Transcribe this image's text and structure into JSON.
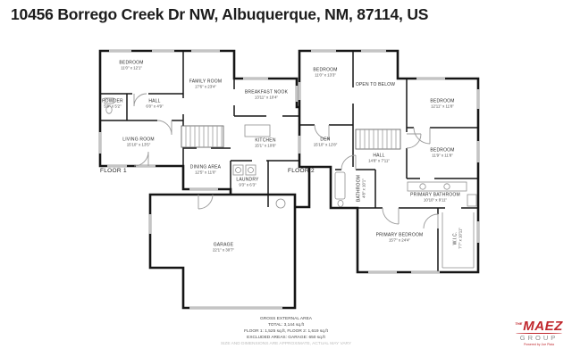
{
  "title": "10456 Borrego Creek Dr NW, Albuquerque, NM, 87114, US",
  "floors": [
    {
      "label": "FLOOR 1",
      "rooms": [
        {
          "name": "BEDROOM",
          "dims": "11'0\" x 12'1\""
        },
        {
          "name": "FAMILY ROOM",
          "dims": "17'6\" x 23'4\""
        },
        {
          "name": "POWDER",
          "dims": "5'9\" x 5'2\""
        },
        {
          "name": "HALL",
          "dims": "6'0\" x 4'9\""
        },
        {
          "name": "BREAKFAST NOOK",
          "dims": "13'11\" x 10'4\""
        },
        {
          "name": "LIVING ROOM",
          "dims": "15'10\" x 13'5\""
        },
        {
          "name": "KITCHEN",
          "dims": "15'1\" x 10'8\""
        },
        {
          "name": "DINING AREA",
          "dims": "12'5\" x 11'0\""
        },
        {
          "name": "LAUNDRY",
          "dims": "9'3\" x 6'3\""
        },
        {
          "name": "GARAGE",
          "dims": "22'1\" x 30'7\""
        }
      ]
    },
    {
      "label": "FLOOR 2",
      "rooms": [
        {
          "name": "BEDROOM",
          "dims": "11'0\" x 13'3\""
        },
        {
          "name": "OPEN TO BELOW",
          "dims": ""
        },
        {
          "name": "BEDROOM",
          "dims": "12'11\" x 11'8\""
        },
        {
          "name": "DEN",
          "dims": "15'10\" x 12'8\""
        },
        {
          "name": "HALL",
          "dims": "14'8\" x 7'11\""
        },
        {
          "name": "BEDROOM",
          "dims": "11'9\" x 11'8\""
        },
        {
          "name": "BATHROOM",
          "dims": "4'8\" x 10'1\""
        },
        {
          "name": "PRIMARY BATHROOM",
          "dims": "10'10\" x 9'11\""
        },
        {
          "name": "PRIMARY BEDROOM",
          "dims": "15'7\" x 24'4\""
        },
        {
          "name": "W.I.C.",
          "dims": "7'7\" x 10'11\""
        }
      ]
    }
  ],
  "footer": {
    "line1": "GROSS EXTERNAL AREA",
    "line2": "TOTAL: 3,144 sq.ft",
    "line3": "FLOOR 1: 1,525 sq.ft, FLOOR 2: 1,619 sq.ft",
    "line4": "EXCLUDED AREAS: GARAGE: 650 sq.ft",
    "disclaimer": "SIZE AND DIMENSIONS ARE APPROXIMATE, ACTUAL MAY VARY"
  },
  "logo": {
    "prefix": "THE",
    "name": "MAEZ",
    "word": "GROUP",
    "tagline": "Powered by Joe Plaia"
  },
  "colors": {
    "wall": "#161616",
    "window": "#c4c4c4",
    "door": "#999999",
    "brand_red": "#c0272d",
    "brand_gray": "#8a8a8a"
  }
}
